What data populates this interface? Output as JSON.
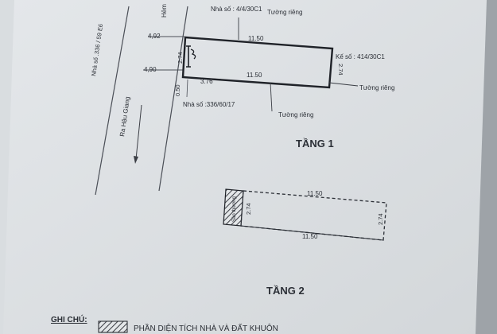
{
  "floor1": {
    "label_house_top": "Nhà số : 4/4/30C1",
    "label_private_wall_top": "Tường riêng",
    "label_lane": "Hẻm",
    "label_house_left": "Nhà số .336 / 59 E6",
    "dim_lane_top": "4,92",
    "dim_lane_bottom": "4,90",
    "dim_length_top": "11.50",
    "dim_length_bottom": "11.50",
    "dim_width_left": "2.74",
    "dim_width_right": "2.74",
    "label_house_right": "Kế số : 414/30C1",
    "label_private_wall_right": "Tường riêng",
    "dim_small_offset": "0.50",
    "dim_small_length": "3.76",
    "label_road": "Ra Hậu Giang",
    "label_house_bottom": "Nhà số :336/60/17",
    "label_private_wall_bottom": "Tường riêng",
    "title": "TẦNG 1"
  },
  "floor2": {
    "dim_length_top": "11.50",
    "dim_width_left": "2.74",
    "dim_width_right": "2.74",
    "dim_length_bottom": "11.50",
    "label_hatched": "Sân thượng",
    "title": "TẦNG 2"
  },
  "legend": {
    "title": "GHI CHÚ:",
    "item": "PHẦN DIỆN TÍCH NHÀ VÀ ĐẤT KHUÔN"
  }
}
